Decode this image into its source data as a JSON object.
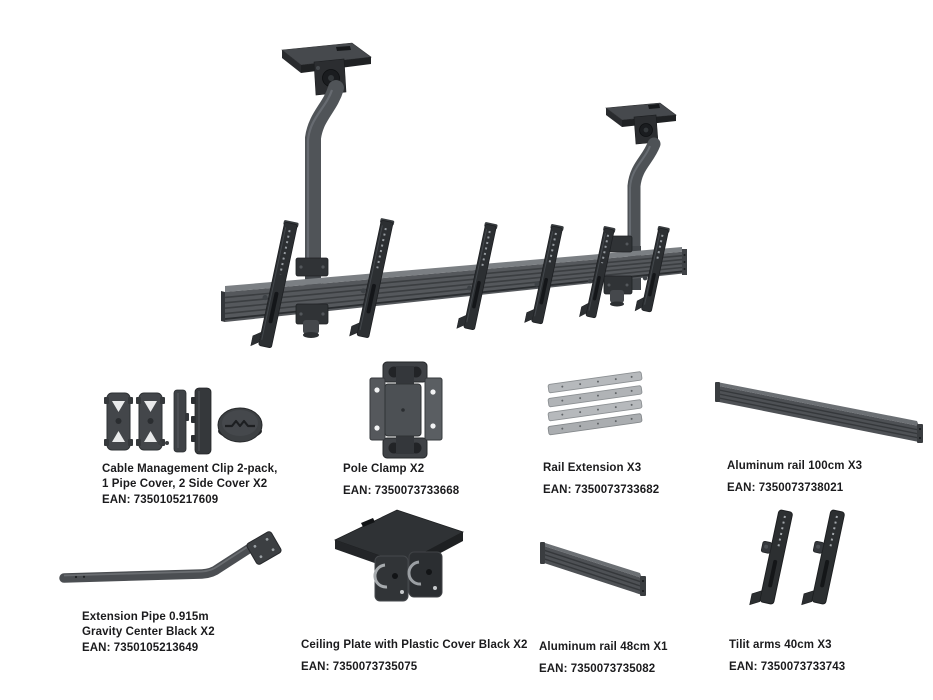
{
  "colors": {
    "background": "#ffffff",
    "text": "#1b1b1d",
    "product_dark": "#2c2f32",
    "product_mid": "#4b4f53",
    "rail_face": "#55585c",
    "silver_rail": "#b4b7ba"
  },
  "parts": [
    {
      "lines": [
        "Cable Management Clip 2-pack,",
        "1 Pipe Cover, 2 Side Cover X2"
      ],
      "ean": "EAN: 7350105217609"
    },
    {
      "lines": [
        "Pole Clamp X2"
      ],
      "ean": "EAN: 7350073733668"
    },
    {
      "lines": [
        "Rail Extension X3"
      ],
      "ean": "EAN: 7350073733682"
    },
    {
      "lines": [
        "Aluminum rail 100cm X3"
      ],
      "ean": "EAN: 7350073738021"
    },
    {
      "lines": [
        "Extension Pipe 0.915m",
        "Gravity Center Black X2"
      ],
      "ean": "EAN: 7350105213649"
    },
    {
      "lines": [
        "Ceiling Plate with Plastic Cover Black X2"
      ],
      "ean": "EAN: 7350073735075"
    },
    {
      "lines": [
        "Aluminum rail 48cm X1"
      ],
      "ean": "EAN: 7350073735082"
    },
    {
      "lines": [
        "Tilit arms 40cm X3"
      ],
      "ean": "EAN: 7350073733743"
    }
  ]
}
